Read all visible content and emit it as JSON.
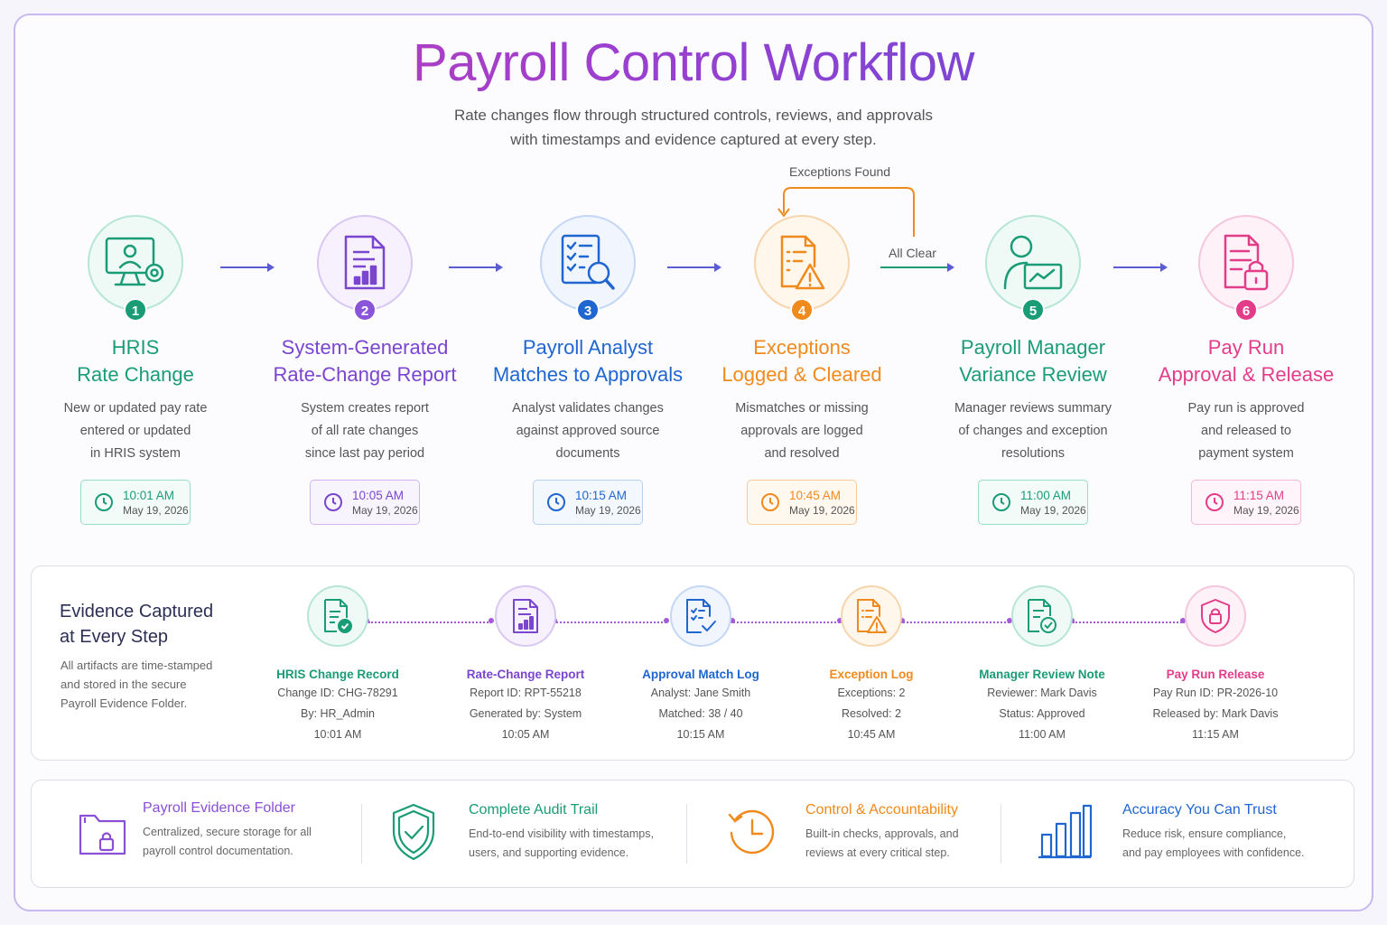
{
  "header": {
    "title": "Payroll Control Workflow",
    "subtitle_line1": "Rate changes flow through structured controls, reviews, and approvals",
    "subtitle_line2": "with timestamps and evidence captured at every step."
  },
  "loop": {
    "exceptions_found": "Exceptions Found",
    "all_clear": "All Clear"
  },
  "steps": [
    {
      "num": "1",
      "title1": "HRIS",
      "title2": "Rate Change",
      "desc": [
        "New or updated pay rate",
        "entered or updated",
        "in HRIS system"
      ],
      "time": "10:01 AM",
      "date": "May 19, 2026",
      "icon": "monitor-gear-icon",
      "color": "#1a9c76"
    },
    {
      "num": "2",
      "title1": "System-Generated",
      "title2": "Rate-Change Report",
      "desc": [
        "System creates report",
        "of all rate changes",
        "since last pay period"
      ],
      "time": "10:05 AM",
      "date": "May 19, 2026",
      "icon": "report-chart-icon",
      "color": "#7a45cf"
    },
    {
      "num": "3",
      "title1": "Payroll Analyst",
      "title2": "Matches to Approvals",
      "desc": [
        "Analyst validates changes",
        "against approved source",
        "documents"
      ],
      "time": "10:15 AM",
      "date": "May 19, 2026",
      "icon": "checklist-search-icon",
      "color": "#1f66d1"
    },
    {
      "num": "4",
      "title1": "Exceptions",
      "title2": "Logged & Cleared",
      "desc": [
        "Mismatches or missing",
        "approvals are logged",
        "and resolved"
      ],
      "time": "10:45 AM",
      "date": "May 19, 2026",
      "icon": "warning-document-icon",
      "color": "#f08a1c"
    },
    {
      "num": "5",
      "title1": "Payroll Manager",
      "title2": "Variance Review",
      "desc": [
        "Manager reviews summary",
        "of changes and exception",
        "resolutions"
      ],
      "time": "11:00 AM",
      "date": "May 19, 2026",
      "icon": "manager-chart-icon",
      "color": "#1a9c76"
    },
    {
      "num": "6",
      "title1": "Pay Run",
      "title2": "Approval & Release",
      "desc": [
        "Pay run is approved",
        "and released to",
        "payment system"
      ],
      "time": "11:15 AM",
      "date": "May 19, 2026",
      "icon": "document-lock-icon",
      "color": "#e33d8a"
    }
  ],
  "evidence": {
    "heading1": "Evidence Captured",
    "heading2": "at Every Step",
    "desc": [
      "All artifacts are time-stamped",
      "and stored in the secure",
      "Payroll Evidence Folder."
    ],
    "items": [
      {
        "title": "HRIS Change Record",
        "lines": [
          "Change ID: CHG-78291",
          "By: HR_Admin",
          "10:01 AM"
        ],
        "color": "#1a9c76",
        "icon": "document-check-icon"
      },
      {
        "title": "Rate-Change Report",
        "lines": [
          "Report ID: RPT-55218",
          "Generated by: System",
          "10:05 AM"
        ],
        "color": "#7a45cf",
        "icon": "report-chart-icon"
      },
      {
        "title": "Approval Match Log",
        "lines": [
          "Analyst: Jane Smith",
          "Matched: 38 / 40",
          "10:15 AM"
        ],
        "color": "#1f66d1",
        "icon": "checklist-icon"
      },
      {
        "title": "Exception Log",
        "lines": [
          "Exceptions: 2",
          "Resolved: 2",
          "10:45 AM"
        ],
        "color": "#f08a1c",
        "icon": "warning-document-icon"
      },
      {
        "title": "Manager Review Note",
        "lines": [
          "Reviewer: Mark Davis",
          "Status: Approved",
          "11:00 AM"
        ],
        "color": "#1a9c76",
        "icon": "document-check-icon"
      },
      {
        "title": "Pay Run Release",
        "lines": [
          "Pay Run ID: PR-2026-10",
          "Released by: Mark Davis",
          "11:15 AM"
        ],
        "color": "#e33d8a",
        "icon": "shield-lock-icon"
      }
    ]
  },
  "features": [
    {
      "title": "Payroll Evidence Folder",
      "desc": [
        "Centralized, secure storage for all",
        "payroll control documentation."
      ],
      "color": "#8a4fd6",
      "icon": "folder-lock-icon"
    },
    {
      "title": "Complete Audit Trail",
      "desc": [
        "End-to-end visibility with timestamps,",
        "users, and supporting evidence."
      ],
      "color": "#1a9c76",
      "icon": "shield-check-icon"
    },
    {
      "title": "Control & Accountability",
      "desc": [
        "Built-in checks, approvals, and",
        "reviews at every critical step."
      ],
      "color": "#f08a1c",
      "icon": "clock-history-icon"
    },
    {
      "title": "Accuracy You Can Trust",
      "desc": [
        "Reduce risk, ensure compliance,",
        "and pay employees with confidence."
      ],
      "color": "#1f66d1",
      "icon": "bar-chart-icon"
    }
  ]
}
